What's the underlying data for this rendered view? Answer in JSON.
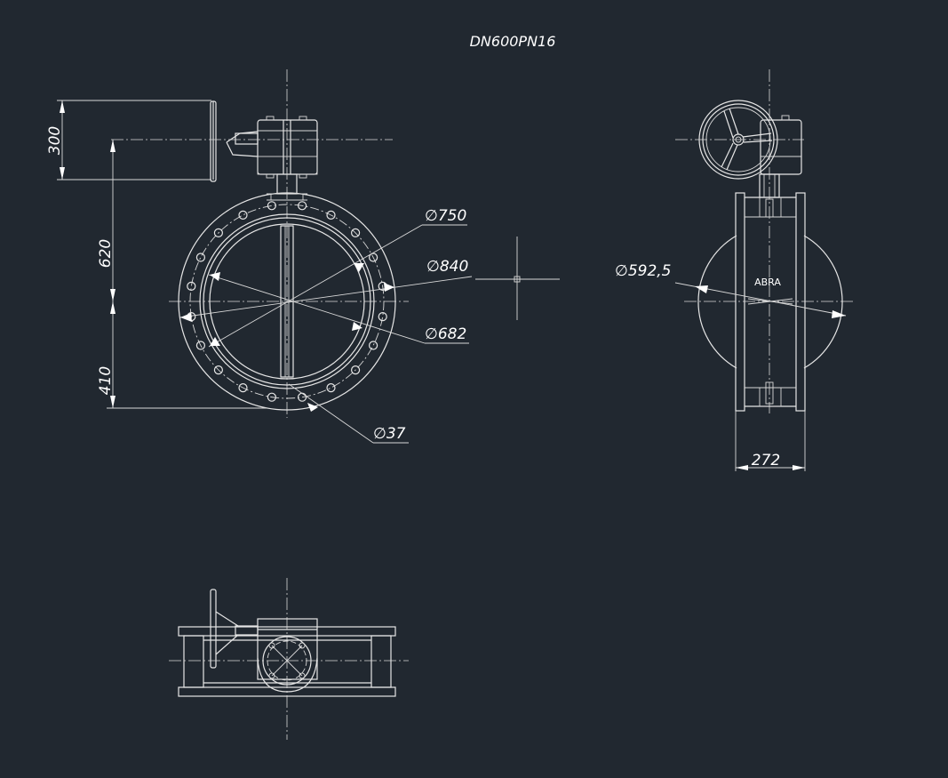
{
  "title": "DN600PN16",
  "front_view": {
    "dims": {
      "height_top": "300",
      "height_mid": "620",
      "height_bottom": "410",
      "dia_1": "750",
      "dia_2": "840",
      "dia_3": "682",
      "dia_bolt": "37"
    }
  },
  "side_view": {
    "dia": "592,5",
    "label": "ABRA",
    "width": "272"
  },
  "colors": {
    "background": "#212830",
    "lines": "#e6e6e6"
  },
  "symbols": {
    "diameter": "diameter-icon"
  }
}
